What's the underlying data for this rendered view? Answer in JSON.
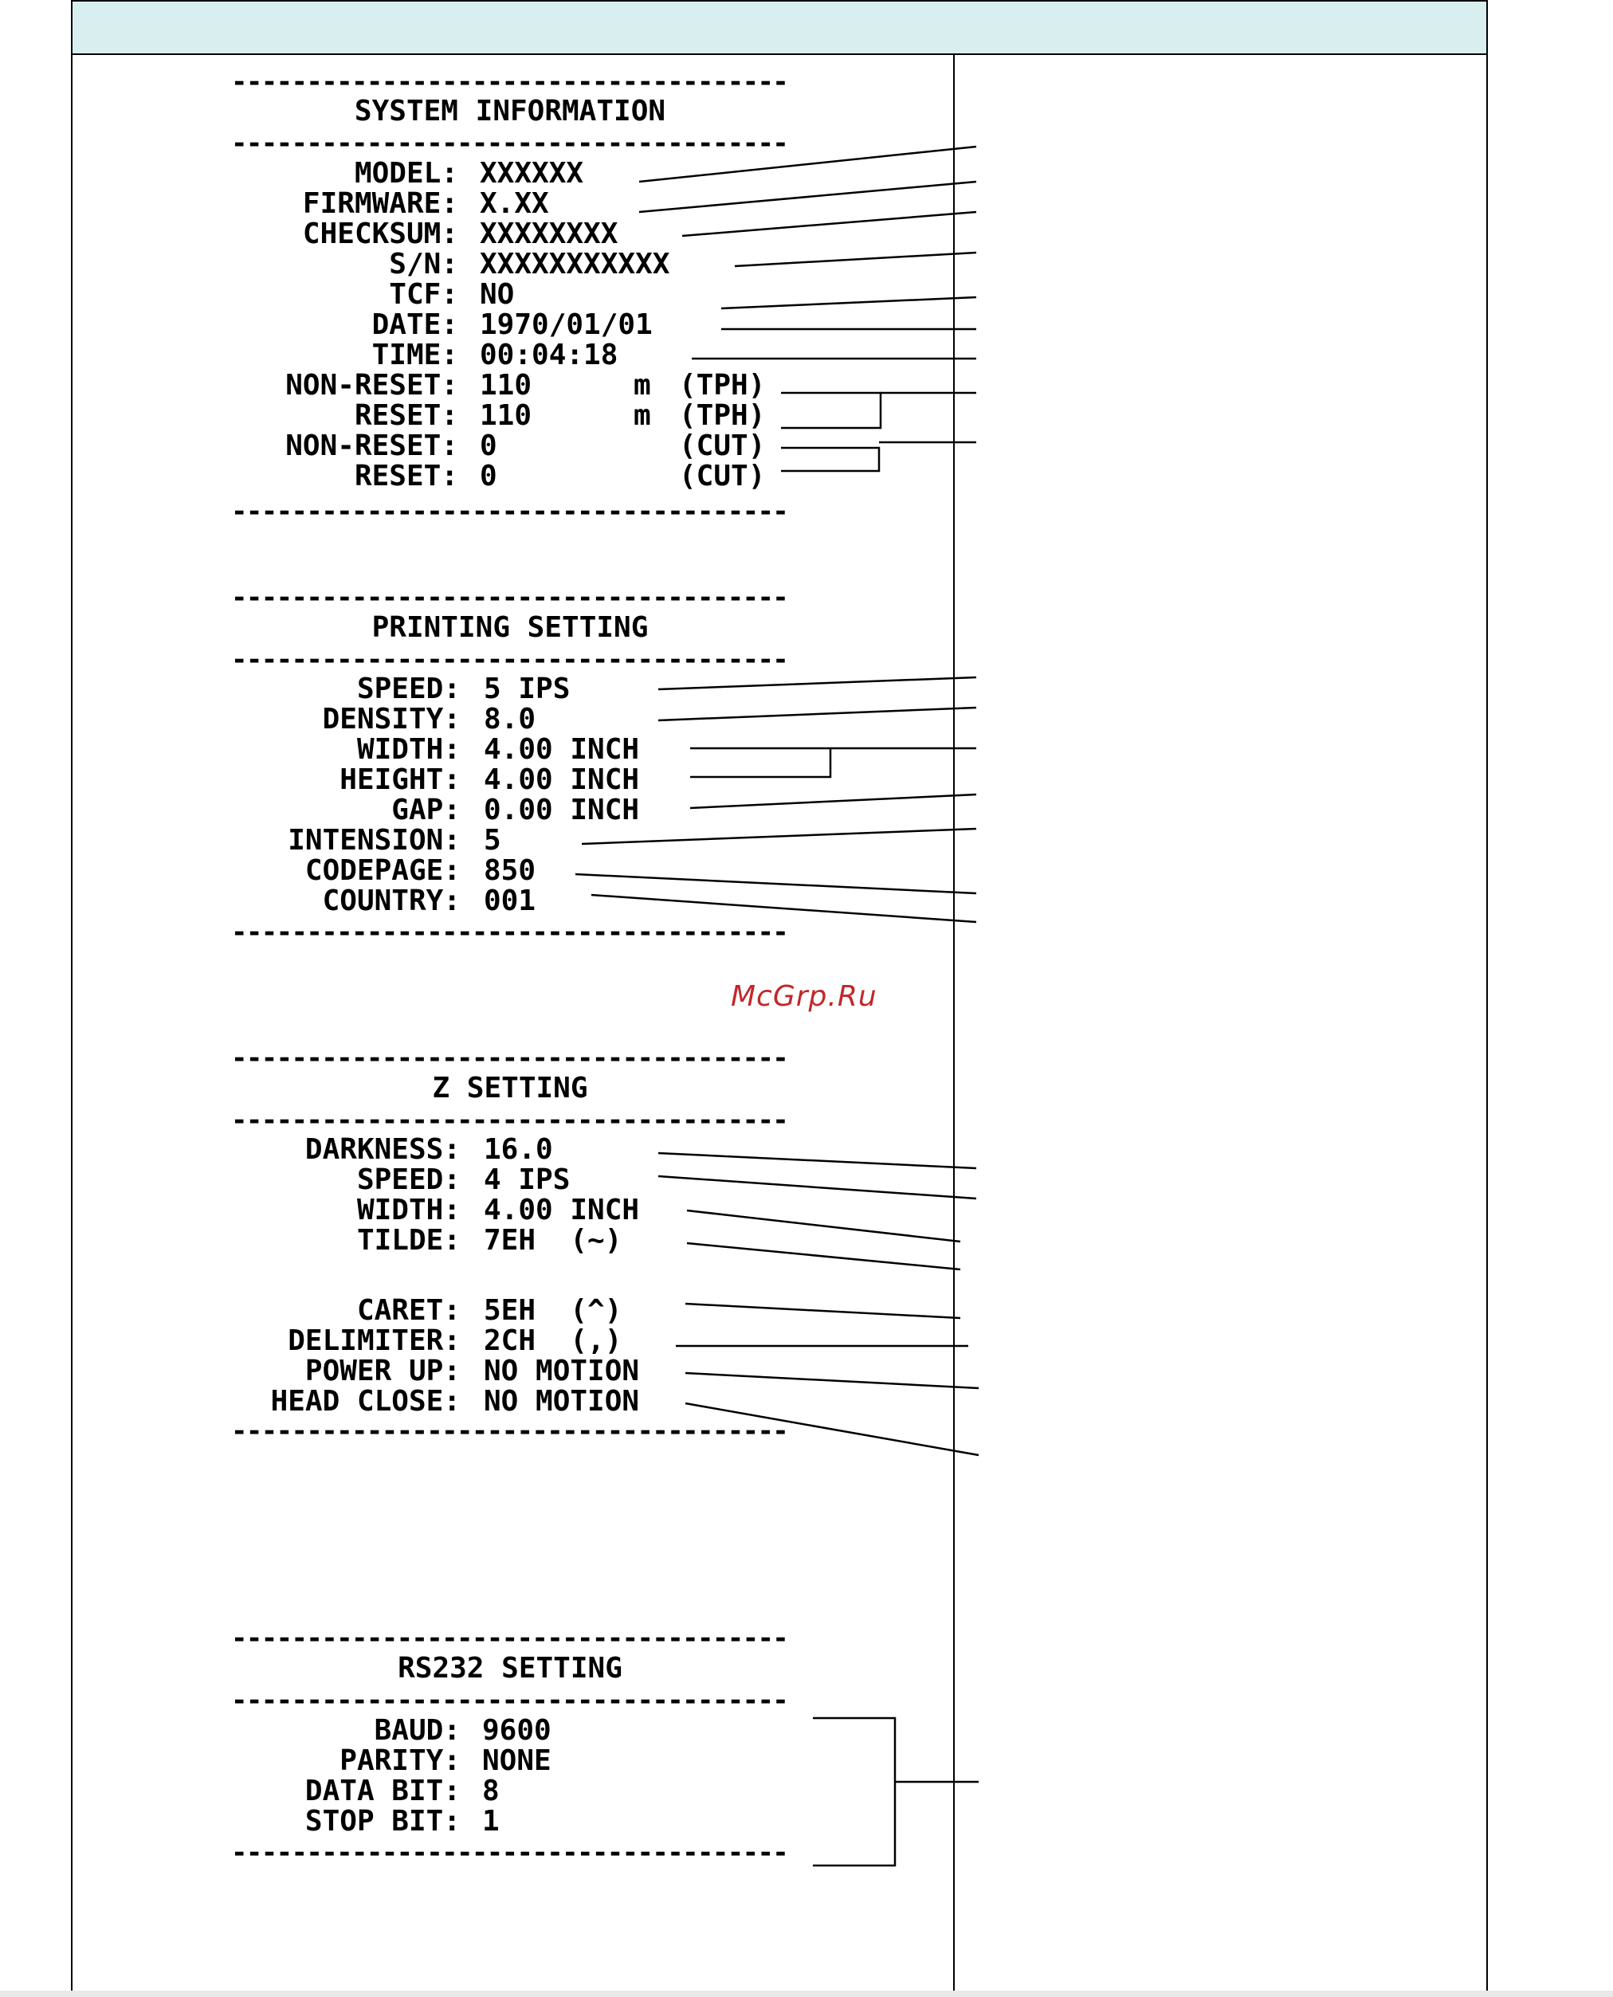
{
  "watermark": "McGrp.Ru",
  "sections": {
    "system": {
      "title": "SYSTEM INFORMATION",
      "rows": [
        {
          "label": "MODEL:",
          "value": "XXXXXX"
        },
        {
          "label": "FIRMWARE:",
          "value": "X.XX"
        },
        {
          "label": "CHECKSUM:",
          "value": "XXXXXXXX"
        },
        {
          "label": "S/N:",
          "value": "XXXXXXXXXXX"
        },
        {
          "label": "TCF:",
          "value": "NO"
        },
        {
          "label": "DATE:",
          "value": "1970/01/01"
        },
        {
          "label": "TIME:",
          "value": "00:04:18"
        },
        {
          "label": "NON-RESET:",
          "value": "110",
          "unit1": "m",
          "unit2": "(TPH)"
        },
        {
          "label": "RESET:",
          "value": "110",
          "unit1": "m",
          "unit2": "(TPH)"
        },
        {
          "label": "NON-RESET:",
          "value": "0",
          "unit2": "(CUT)"
        },
        {
          "label": "RESET:",
          "value": "0",
          "unit2": "(CUT)"
        }
      ]
    },
    "printing": {
      "title": "PRINTING SETTING",
      "rows": [
        {
          "label": "SPEED:",
          "value": "5 IPS"
        },
        {
          "label": "DENSITY:",
          "value": "8.0"
        },
        {
          "label": "WIDTH:",
          "value": "4.00 INCH"
        },
        {
          "label": "HEIGHT:",
          "value": "4.00 INCH"
        },
        {
          "label": "GAP:",
          "value": "0.00 INCH"
        },
        {
          "label": "INTENSION:",
          "value": "5"
        },
        {
          "label": "CODEPAGE:",
          "value": "850"
        },
        {
          "label": "COUNTRY:",
          "value": "001"
        }
      ]
    },
    "z": {
      "title": "Z SETTING",
      "rows": [
        {
          "label": "DARKNESS:",
          "value": "16.0"
        },
        {
          "label": "SPEED:",
          "value": "4 IPS"
        },
        {
          "label": "WIDTH:",
          "value": "4.00 INCH"
        },
        {
          "label": "TILDE:",
          "value": "7EH  (~)"
        },
        {
          "label": "CARET:",
          "value": "5EH  (^)"
        },
        {
          "label": "DELIMITER:",
          "value": "2CH  (,)"
        },
        {
          "label": "POWER UP:",
          "value": "NO MOTION"
        },
        {
          "label": "HEAD CLOSE:",
          "value": "NO MOTION"
        }
      ]
    },
    "rs232": {
      "title": "RS232 SETTING",
      "rows": [
        {
          "label": "BAUD:",
          "value": "9600"
        },
        {
          "label": "PARITY:",
          "value": "NONE"
        },
        {
          "label": "DATA BIT:",
          "value": "8"
        },
        {
          "label": "STOP BIT:",
          "value": "1"
        }
      ]
    }
  }
}
